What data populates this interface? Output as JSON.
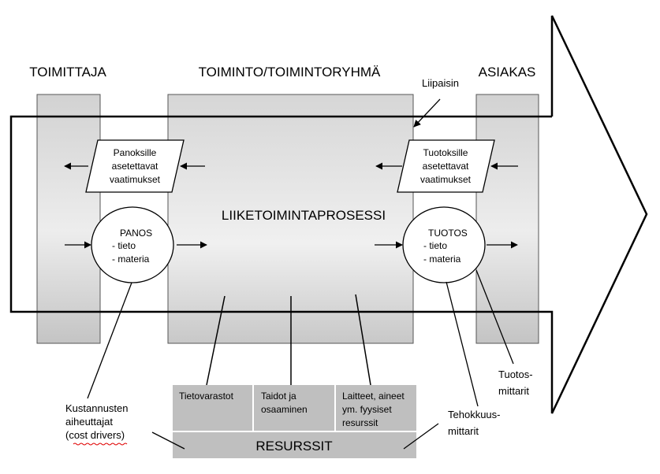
{
  "headers": {
    "supplier": "TOIMITTAJA",
    "activity": "TOIMINTO/TOIMINTORYHMÄ",
    "customer": "ASIAKAS"
  },
  "trigger_label": "Liipaisin",
  "process_label": "LIIKETOIMINTAPROSESSI",
  "input_requirements": [
    "Panoksille",
    "asetettavat",
    "vaatimukset"
  ],
  "output_requirements": [
    "Tuotoksille",
    "asetettavat",
    "vaatimukset"
  ],
  "input": {
    "title": "PANOS",
    "items": [
      "- tieto",
      "- materia"
    ]
  },
  "output": {
    "title": "TUOTOS",
    "items": [
      "- tieto",
      "- materia"
    ]
  },
  "resources": {
    "cells": [
      [
        "Tietovarastot"
      ],
      [
        "Taidot ja",
        "osaaminen"
      ],
      [
        "Laitteet, aineet",
        "ym. fyysiset",
        "resurssit"
      ]
    ],
    "label": "RESURSSIT"
  },
  "cost_drivers": [
    "Kustannusten",
    "aiheuttajat",
    "(cost drivers)"
  ],
  "efficiency_metrics": [
    "Tehokkuus-",
    "mittarit"
  ],
  "output_metrics": [
    "Tuotos-",
    "mittarit"
  ],
  "colors": {
    "column_fill": "#d4d4d4",
    "resource_fill": "#bfbfbf",
    "squiggle": "#e00000"
  }
}
